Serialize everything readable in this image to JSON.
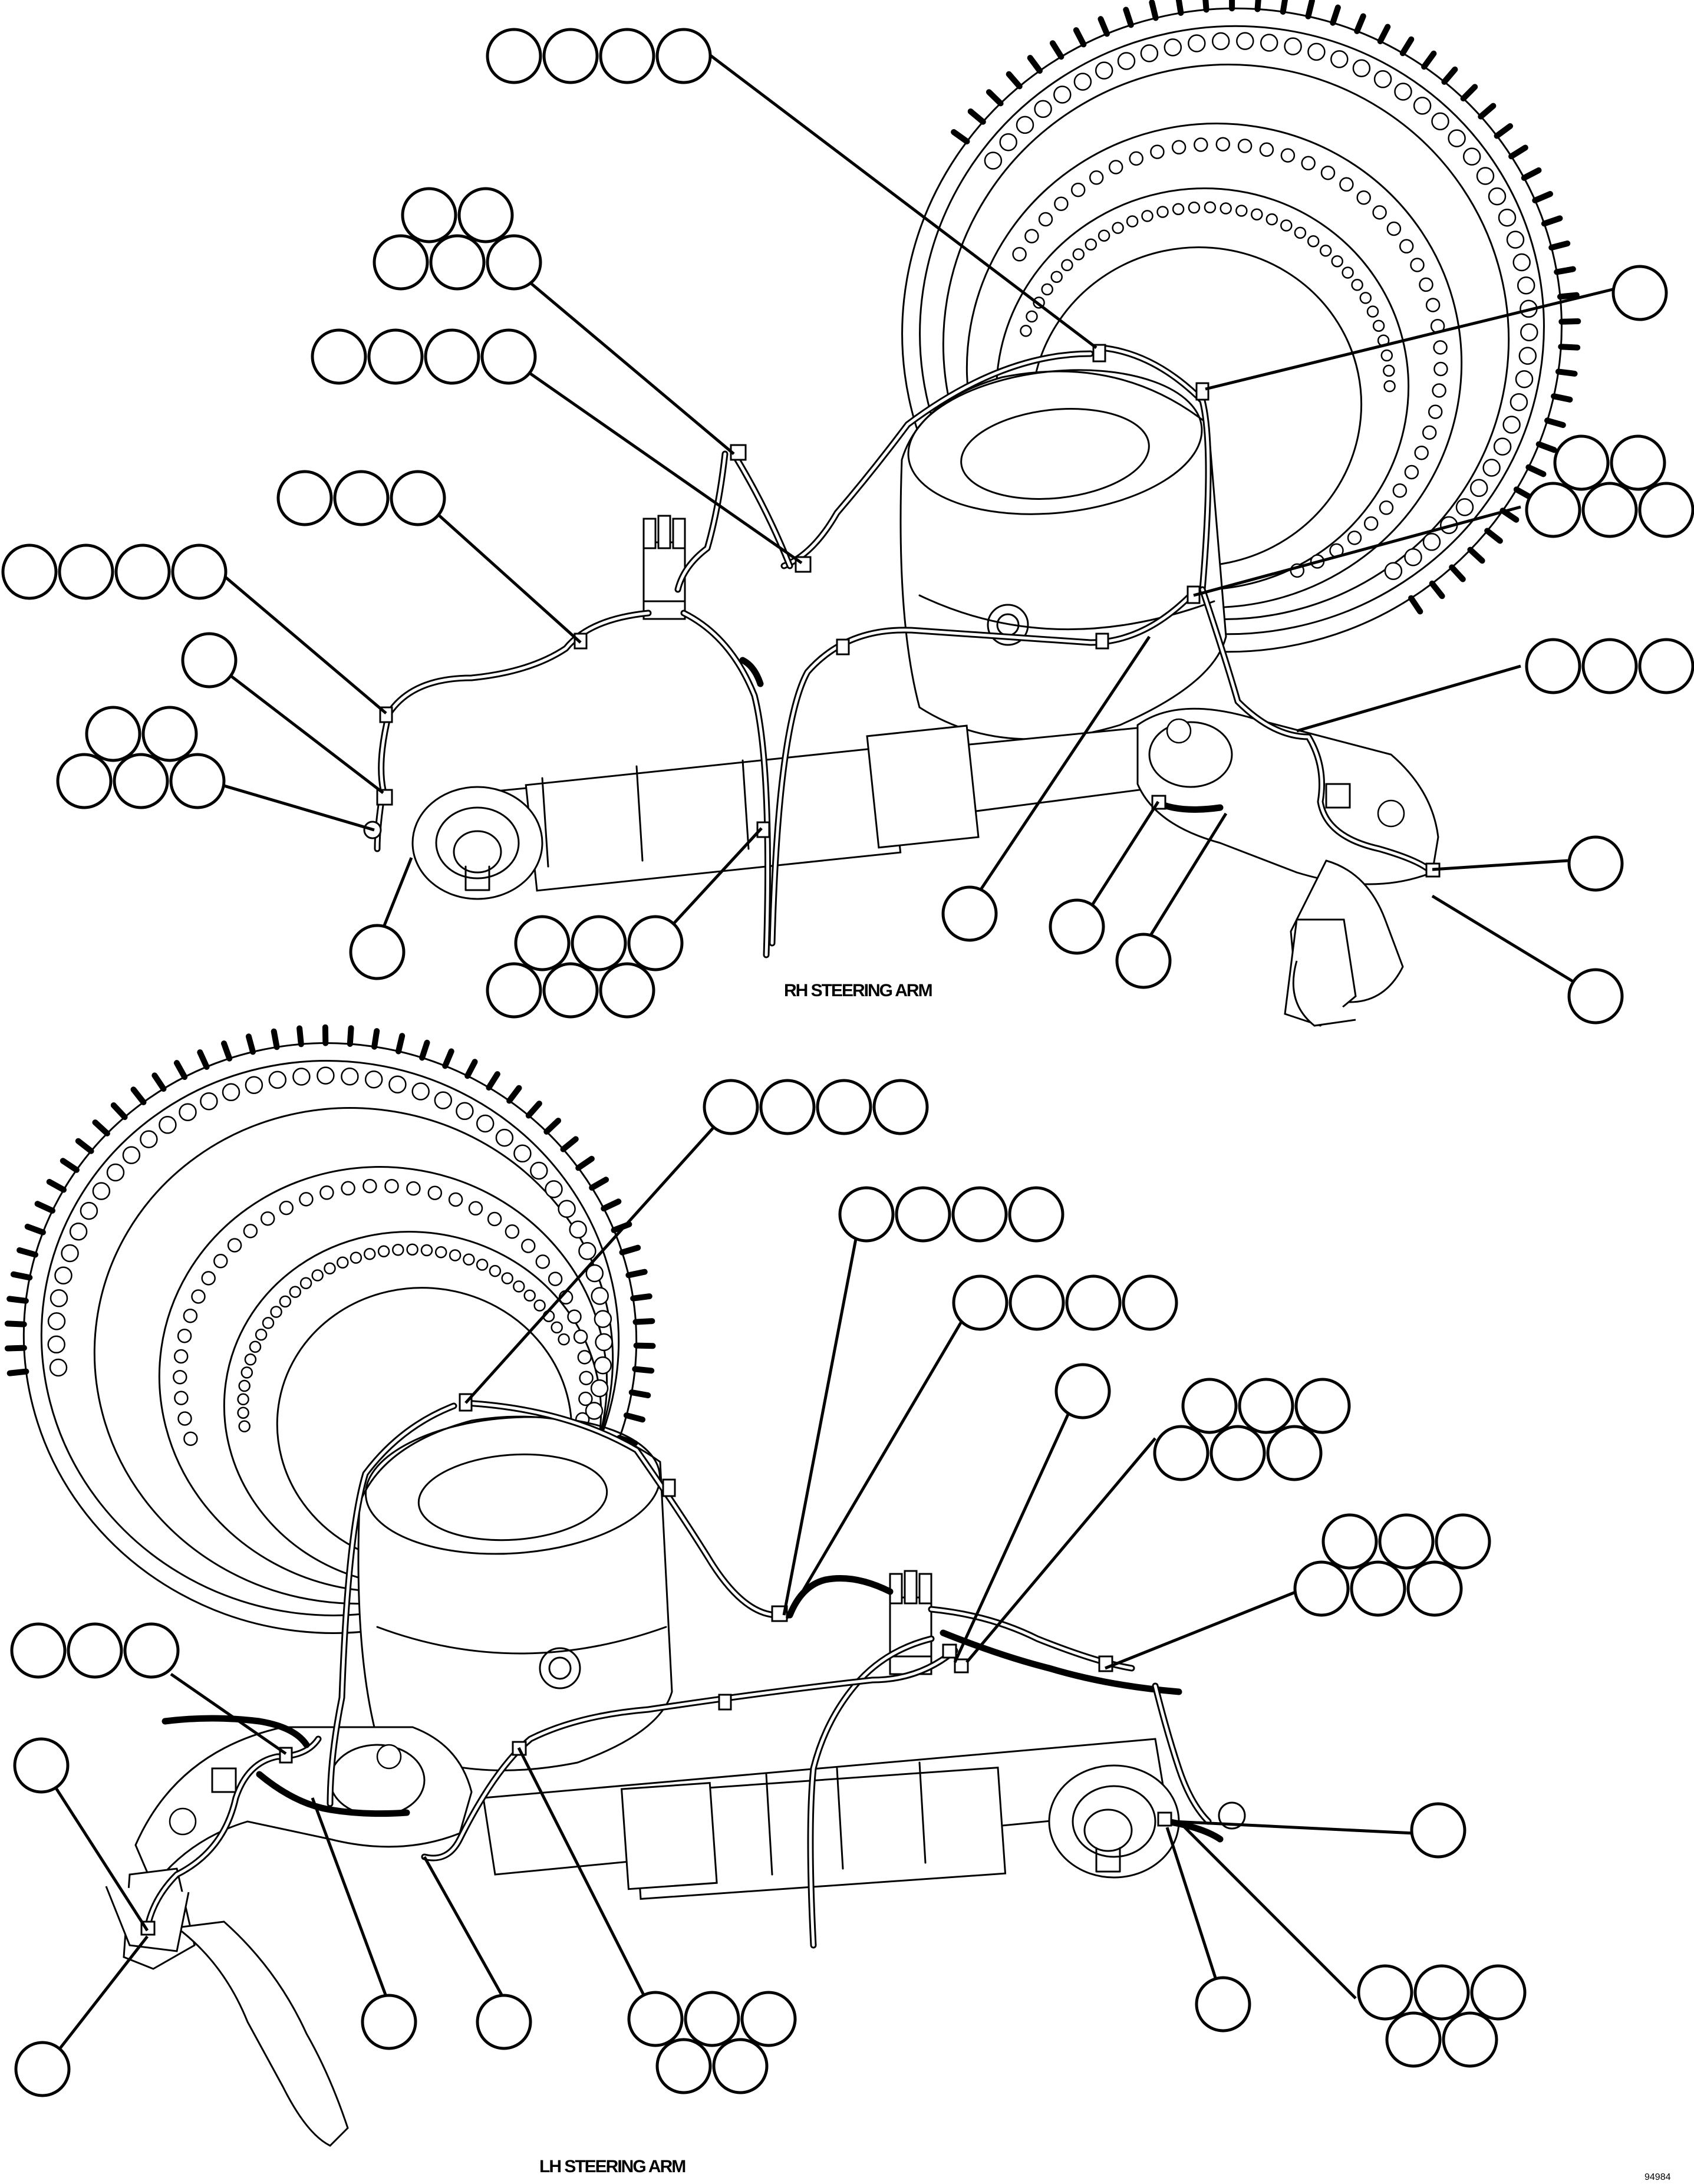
{
  "captions": {
    "rh": "RH STEERING ARM",
    "lh": "LH STEERING ARM",
    "figure_number": "94984"
  },
  "callout_groups": {
    "rh": [
      {
        "id": "rh-top-row4",
        "count": 4
      },
      {
        "id": "rh-upper-left-stack",
        "count": 5
      },
      {
        "id": "rh-upper-left-row4",
        "count": 4
      },
      {
        "id": "rh-left-row3",
        "count": 3
      },
      {
        "id": "rh-far-left-row4",
        "count": 4
      },
      {
        "id": "rh-left-single",
        "count": 1
      },
      {
        "id": "rh-left-stack5",
        "count": 5
      },
      {
        "id": "rh-bottom-left-single",
        "count": 1
      },
      {
        "id": "rh-bottom-center-stack6",
        "count": 6
      },
      {
        "id": "rh-right-top-single",
        "count": 1
      },
      {
        "id": "rh-right-stack5",
        "count": 5
      },
      {
        "id": "rh-right-row3",
        "count": 3
      },
      {
        "id": "rh-lower-single-a",
        "count": 1
      },
      {
        "id": "rh-lower-single-b",
        "count": 1
      },
      {
        "id": "rh-lower-single-c",
        "count": 1
      },
      {
        "id": "rh-lower-right-single-a",
        "count": 1
      },
      {
        "id": "rh-lower-right-single-b",
        "count": 1
      }
    ],
    "lh": [
      {
        "id": "lh-top-row4",
        "count": 4
      },
      {
        "id": "lh-row4-b",
        "count": 4
      },
      {
        "id": "lh-row4-c",
        "count": 4
      },
      {
        "id": "lh-single-mid",
        "count": 1
      },
      {
        "id": "lh-stack6-upper",
        "count": 6
      },
      {
        "id": "lh-stack6-right",
        "count": 6
      },
      {
        "id": "lh-left-row3",
        "count": 3
      },
      {
        "id": "lh-left-single",
        "count": 1
      },
      {
        "id": "lh-right-single",
        "count": 1
      },
      {
        "id": "lh-right-stack5",
        "count": 5
      },
      {
        "id": "lh-bottom-left-single",
        "count": 1
      },
      {
        "id": "lh-bottom-single-a",
        "count": 1
      },
      {
        "id": "lh-bottom-single-b",
        "count": 1
      },
      {
        "id": "lh-bottom-stack5",
        "count": 5
      },
      {
        "id": "lh-bottom-right-single",
        "count": 1
      }
    ]
  }
}
